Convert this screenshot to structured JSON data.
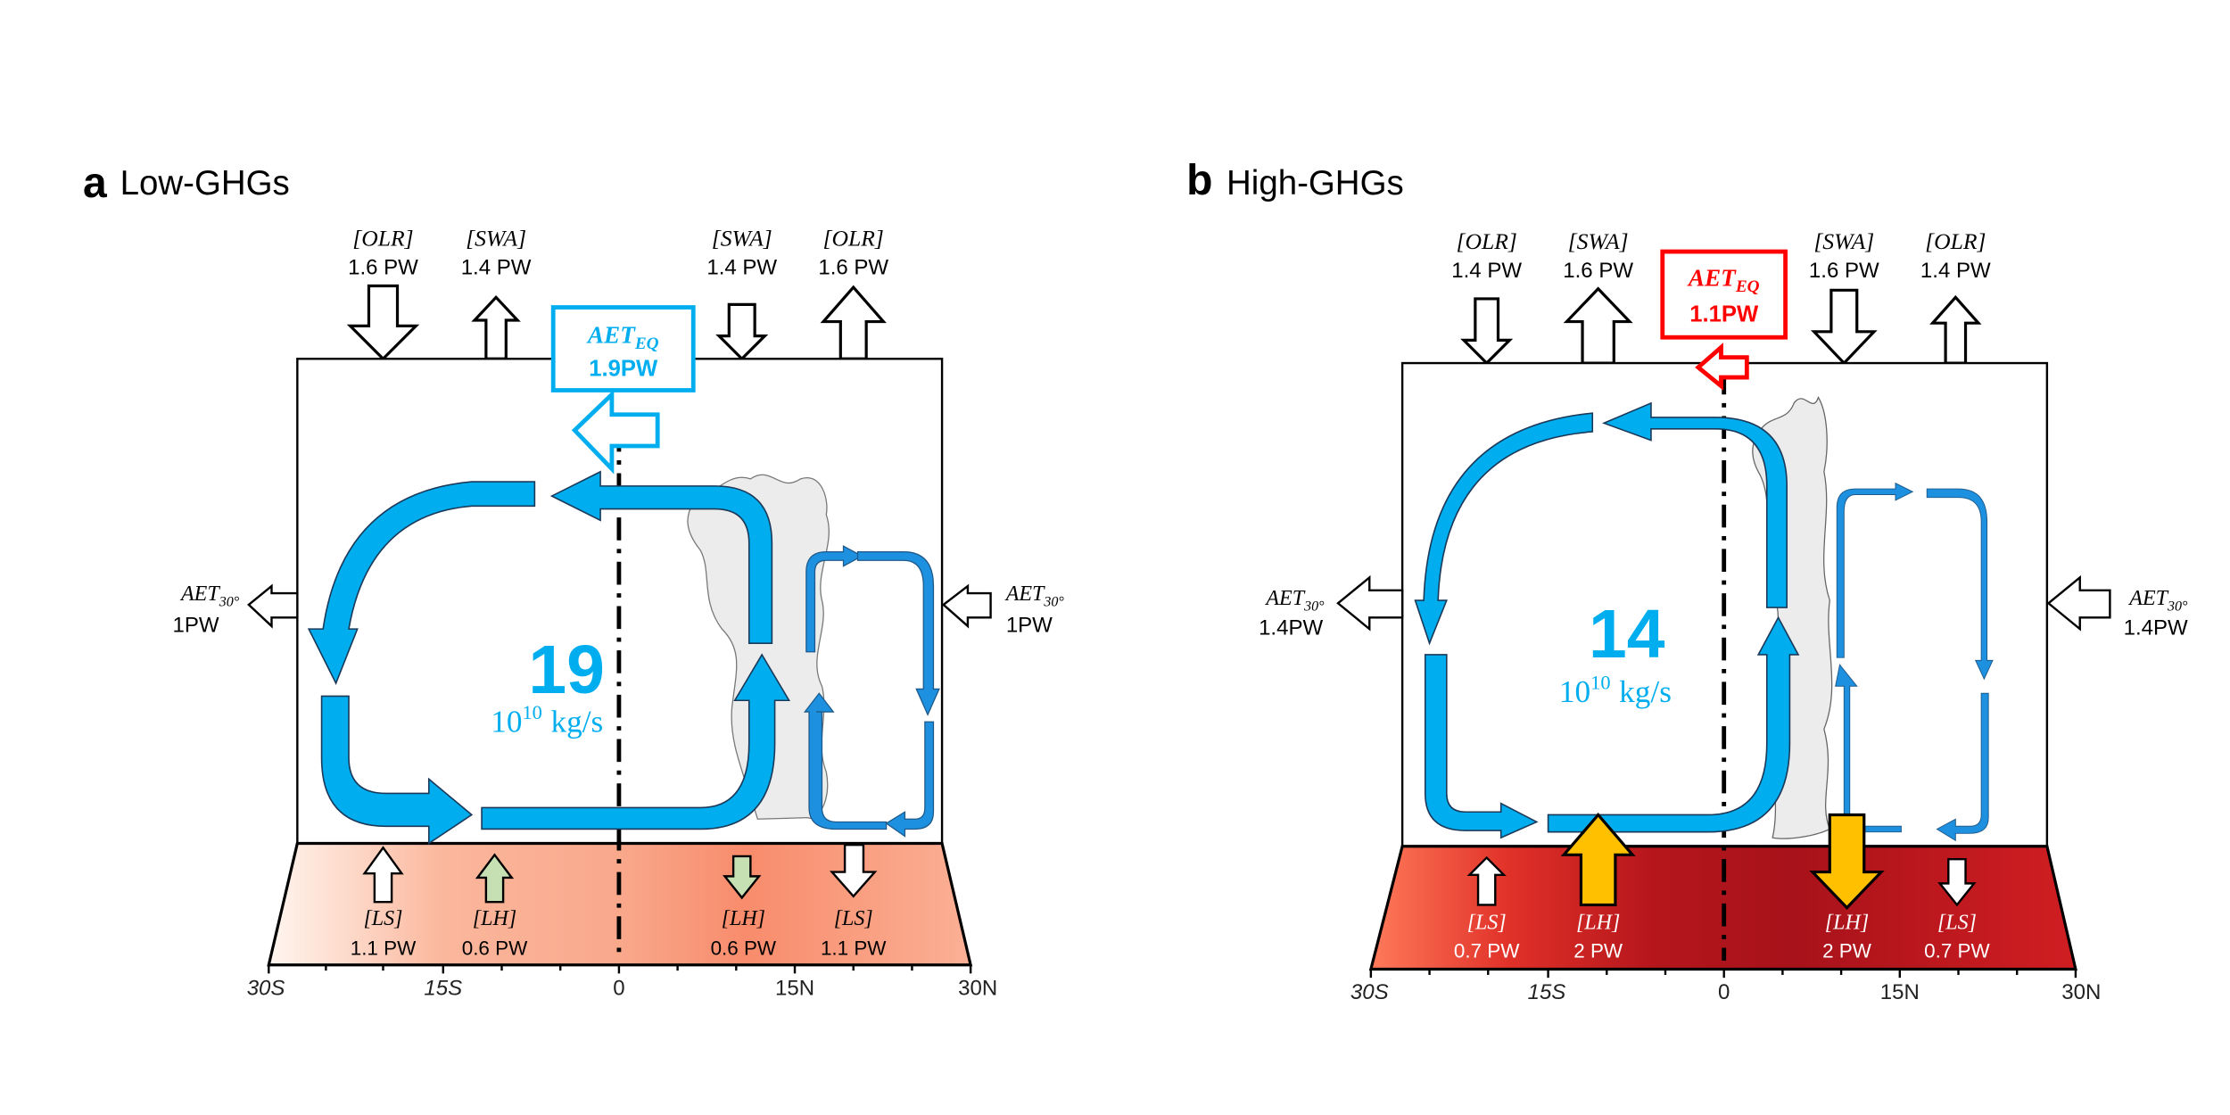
{
  "colors": {
    "circulation_blue": "#00aeef",
    "cell_blue": "#1e90e0",
    "aet_low": "#00aeef",
    "aet_high": "#ff0000",
    "lh_low": "#c6e0b4",
    "lh_high": "#ffc000",
    "cloud": "#ececec"
  },
  "panels": [
    {
      "letter": "a",
      "title": "Low-GHGs",
      "toa": [
        {
          "label": "[OLR]",
          "value": "1.6 PW",
          "direction": "down"
        },
        {
          "label": "[SWA]",
          "value": "1.4 PW",
          "direction": "up"
        },
        {
          "label": "[SWA]",
          "value": "1.4 PW",
          "direction": "down"
        },
        {
          "label": "[OLR]",
          "value": "1.6 PW",
          "direction": "up"
        }
      ],
      "aet_eq": {
        "label": "AET",
        "sub": "EQ",
        "value": "1.9PW"
      },
      "aet30_left": {
        "label": "AET",
        "sub": "30°",
        "value": "1PW"
      },
      "aet30_right": {
        "label": "AET",
        "sub": "30°",
        "value": "1PW"
      },
      "mass_flux": {
        "value": "19",
        "unit_base": "10",
        "unit_exp": "10",
        "unit": "kg/s"
      },
      "surface": [
        {
          "label": "[LS]",
          "value": "1.1 PW",
          "direction": "up"
        },
        {
          "label": "[LH]",
          "value": "0.6 PW",
          "direction": "up"
        },
        {
          "label": "[LH]",
          "value": "0.6 PW",
          "direction": "down"
        },
        {
          "label": "[LS]",
          "value": "1.1 PW",
          "direction": "down"
        }
      ],
      "xticks": [
        "30S",
        "15S",
        "0",
        "15N",
        "30N"
      ]
    },
    {
      "letter": "b",
      "title": "High-GHGs",
      "toa": [
        {
          "label": "[OLR]",
          "value": "1.4 PW",
          "direction": "down"
        },
        {
          "label": "[SWA]",
          "value": "1.6 PW",
          "direction": "up"
        },
        {
          "label": "[SWA]",
          "value": "1.6 PW",
          "direction": "down"
        },
        {
          "label": "[OLR]",
          "value": "1.4 PW",
          "direction": "up"
        }
      ],
      "aet_eq": {
        "label": "AET",
        "sub": "EQ",
        "value": "1.1PW"
      },
      "aet30_left": {
        "label": "AET",
        "sub": "30°",
        "value": "1.4PW"
      },
      "aet30_right": {
        "label": "AET",
        "sub": "30°",
        "value": "1.4PW"
      },
      "mass_flux": {
        "value": "14",
        "unit_base": "10",
        "unit_exp": "10",
        "unit": "kg/s"
      },
      "surface": [
        {
          "label": "[LS]",
          "value": "0.7 PW",
          "direction": "up"
        },
        {
          "label": "[LH]",
          "value": "2 PW",
          "direction": "up"
        },
        {
          "label": "[LH]",
          "value": "2 PW",
          "direction": "down"
        },
        {
          "label": "[LS]",
          "value": "0.7 PW",
          "direction": "down"
        }
      ],
      "xticks": [
        "30S",
        "15S",
        "0",
        "15N",
        "30N"
      ]
    }
  ]
}
